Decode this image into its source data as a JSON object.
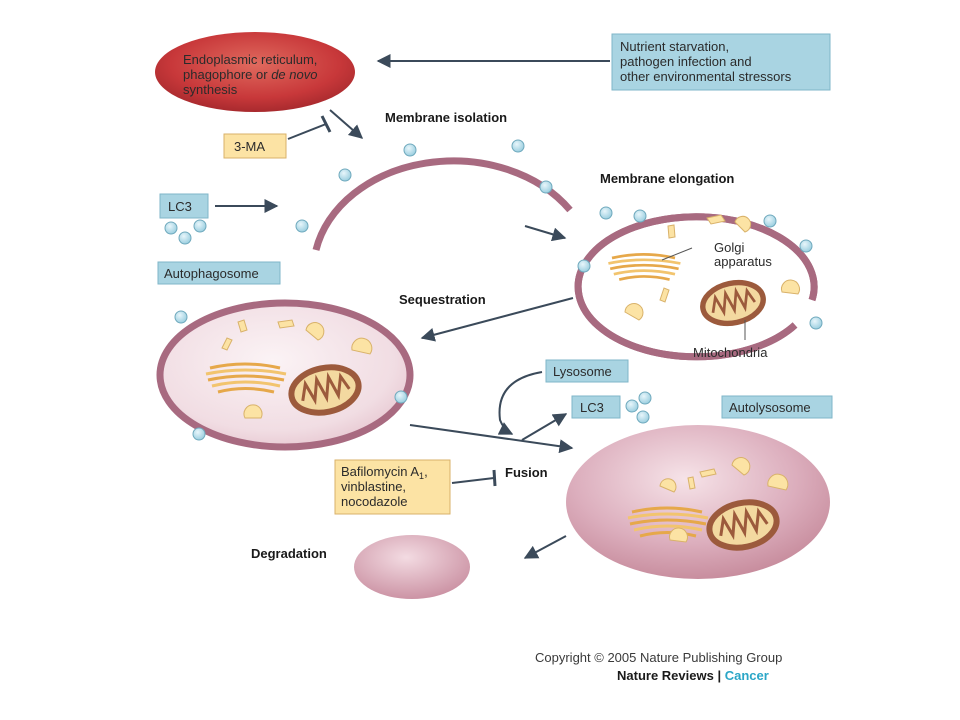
{
  "stress_box": {
    "lines": [
      "Nutrient starvation,",
      "pathogen infection and",
      "other environmental stressors"
    ]
  },
  "er_source": {
    "line1": "Endoplasmic reticulum,",
    "line2_a": "phagophore or ",
    "line2_italic": "de novo",
    "line3": "synthesis"
  },
  "inhibitor_3ma": "3-MA",
  "lc3_label": "LC3",
  "lc3_label_2": "LC3",
  "lysosome_label": "Lysosome",
  "autophagosome_label": "Autophagosome",
  "autolysosome_label": "Autolysosome",
  "bafilomycin": {
    "line1_a": "Bafilomycin A",
    "line1_sub": "1",
    "line1_b": ",",
    "line2": "vinblastine,",
    "line3": "nocodazole"
  },
  "stages": {
    "membrane_isolation": "Membrane isolation",
    "membrane_elongation": "Membrane elongation",
    "sequestration": "Sequestration",
    "fusion": "Fusion",
    "degradation": "Degradation"
  },
  "organelles": {
    "golgi_line1": "Golgi",
    "golgi_line2": "apparatus",
    "mitochondria": "Mitochondria"
  },
  "copyright": "Copyright © 2005 Nature Publishing Group",
  "journal": {
    "name": "Nature Reviews",
    "separator": " | ",
    "section": "Cancer"
  },
  "colors": {
    "membrane": "#a86a80",
    "blue_box": "#a9d4e2",
    "yellow_box": "#fce3a4",
    "er_red": "#c8383a",
    "lc3_bead": "#bfe2ee",
    "golgi": "#f2c46e",
    "mitochondria": "#9c5a3c",
    "cancer_teal": "#2aa6c7"
  }
}
